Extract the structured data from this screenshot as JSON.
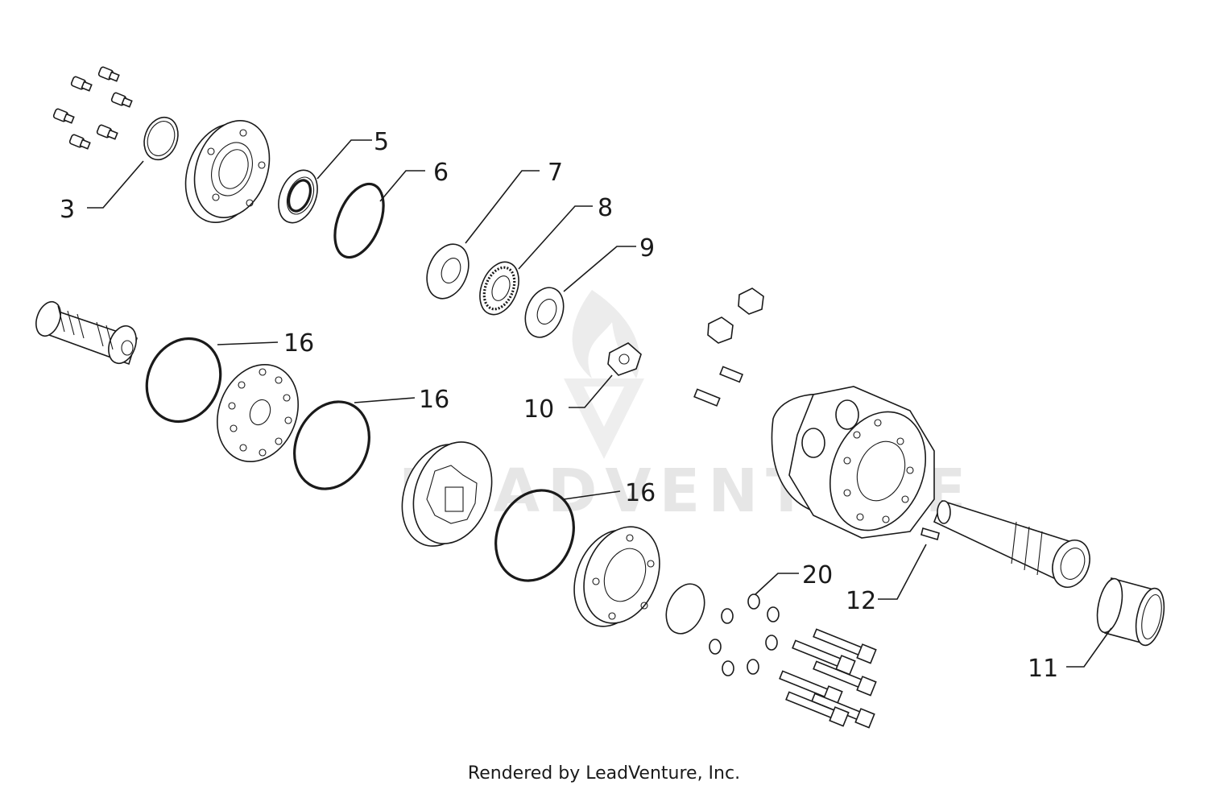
{
  "watermark": {
    "text": "LEADVENTURE"
  },
  "callouts": {
    "c3": "3",
    "c5": "5",
    "c6": "6",
    "c7": "7",
    "c8": "8",
    "c9": "9",
    "c10": "10",
    "c11": "11",
    "c12": "12",
    "c16a": "16",
    "c16b": "16",
    "c16c": "16",
    "c20": "20"
  },
  "footer": {
    "text": "Rendered by LeadVenture, Inc."
  }
}
